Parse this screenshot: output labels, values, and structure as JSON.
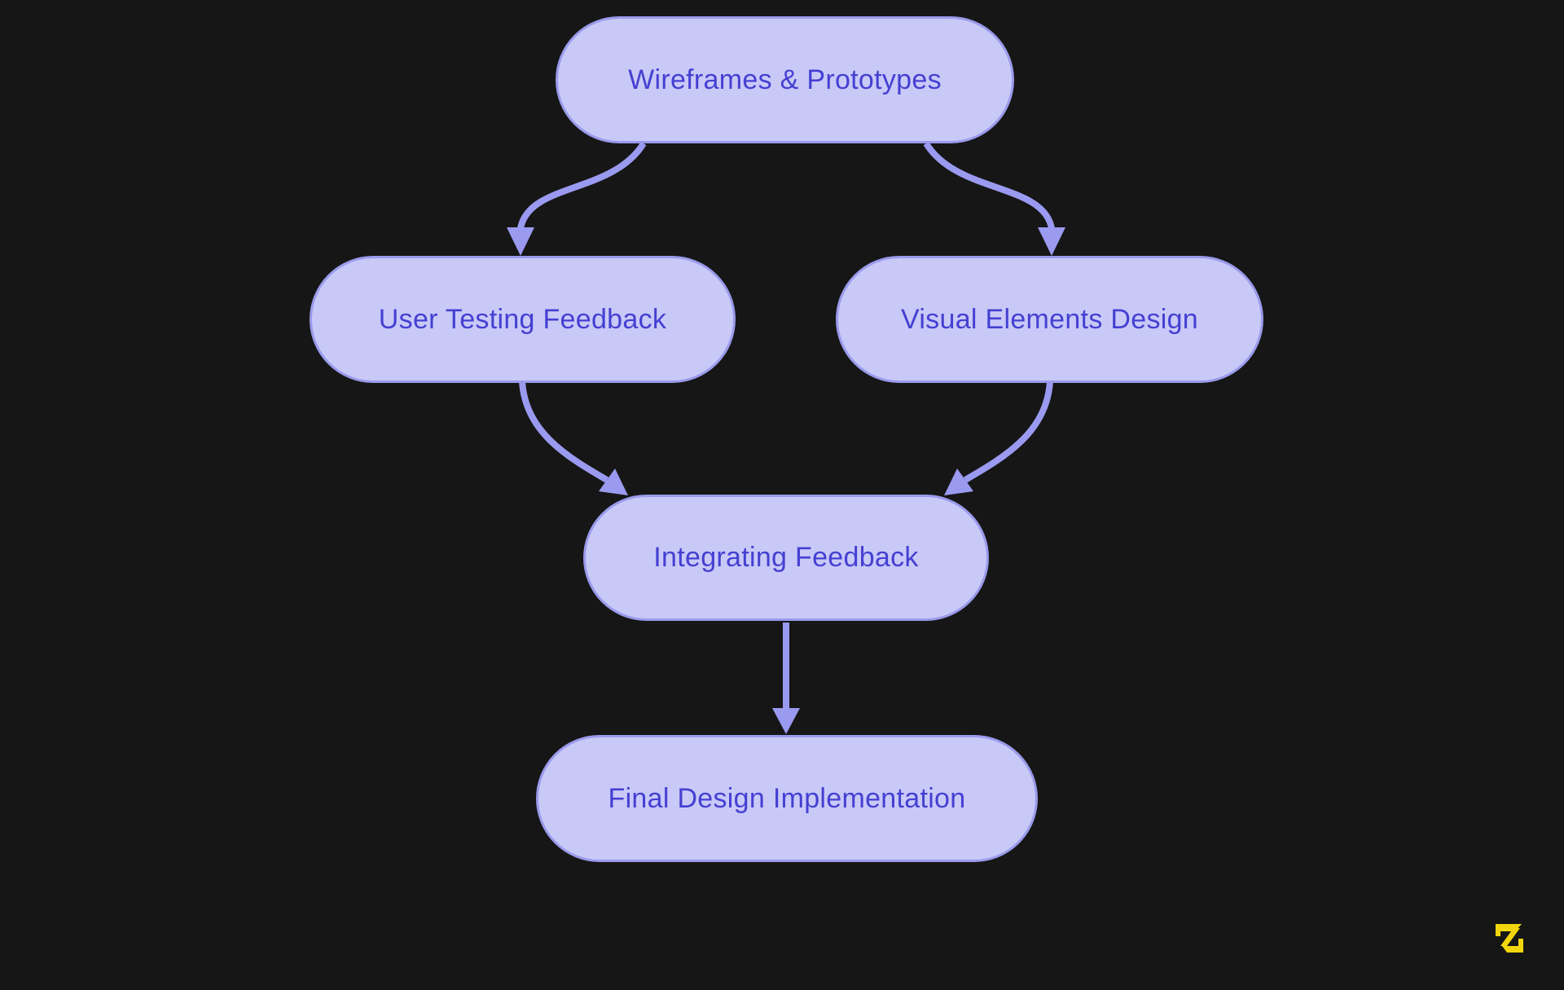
{
  "diagram": {
    "type": "flowchart",
    "direction": "top-down",
    "nodes": [
      {
        "id": "wireframes-prototypes",
        "label": "Wireframes & Prototypes"
      },
      {
        "id": "user-testing-feedback",
        "label": "User Testing Feedback"
      },
      {
        "id": "visual-elements-design",
        "label": "Visual Elements Design"
      },
      {
        "id": "integrating-feedback",
        "label": "Integrating Feedback"
      },
      {
        "id": "final-design-implementation",
        "label": "Final Design Implementation"
      }
    ],
    "edges": [
      {
        "from": "wireframes-prototypes",
        "to": "user-testing-feedback"
      },
      {
        "from": "wireframes-prototypes",
        "to": "visual-elements-design"
      },
      {
        "from": "user-testing-feedback",
        "to": "integrating-feedback"
      },
      {
        "from": "visual-elements-design",
        "to": "integrating-feedback"
      },
      {
        "from": "integrating-feedback",
        "to": "final-design-implementation"
      }
    ],
    "colors": {
      "background": "#161616",
      "node_fill": "#c9c9f8",
      "node_border": "#9a9aec",
      "node_text": "#4540d2",
      "edge": "#9a9af0"
    }
  },
  "watermark": {
    "icon": "s-logo-icon",
    "color": "#f2d60d"
  }
}
